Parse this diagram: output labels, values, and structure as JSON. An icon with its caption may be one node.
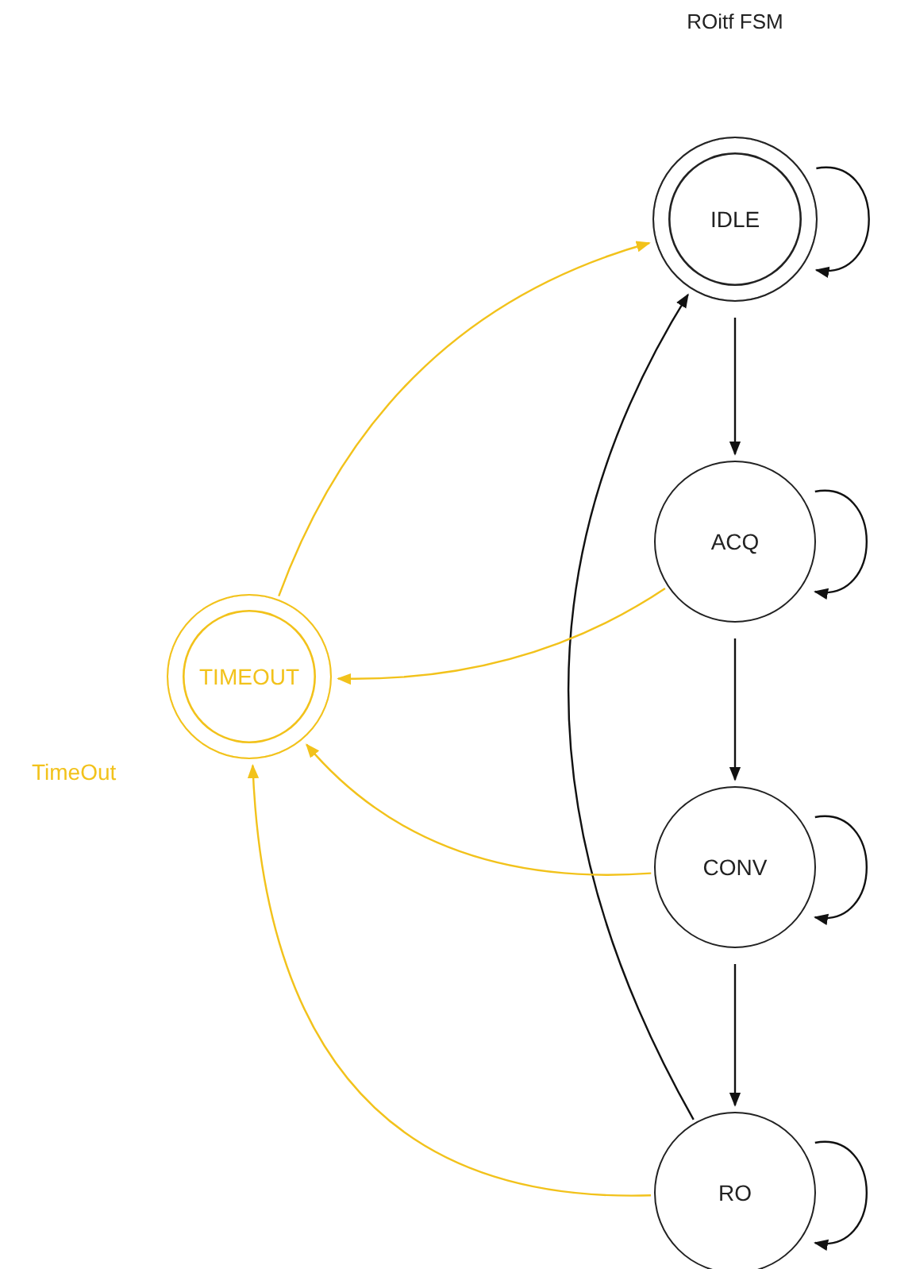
{
  "diagram": {
    "title": "ROitf FSM",
    "nodes": [
      {
        "text": [
          "IDLE"
        ]
      },
      {
        "text": [
          "ACQ"
        ]
      },
      {
        "text": [
          "CONV"
        ]
      },
      {
        "text": [
          "RO"
        ]
      },
      {
        "text": [
          "TIMEOUT"
        ]
      }
    ],
    "edges": [
      {
        "from": 0,
        "to": 0,
        "arrow": "to"
      },
      {
        "from": 0,
        "to": 1,
        "arrow": "to"
      },
      {
        "from": 1,
        "to": 1,
        "arrow": "to"
      },
      {
        "from": 1,
        "to": 2,
        "arrow": "to"
      },
      {
        "from": 2,
        "to": 2,
        "arrow": "to"
      },
      {
        "from": 2,
        "to": 3,
        "arrow": "to"
      },
      {
        "from": 3,
        "to": 3,
        "arrow": "to"
      },
      {
        "from": 3,
        "to": 0,
        "arrow": "to"
      },
      {
        "from": 4,
        "to": 0,
        "arrow": "to",
        "color": "#f2c21b"
      },
      {
        "from": 1,
        "to": 4,
        "arrow": "to",
        "color": "#f2c21b"
      },
      {
        "from": 2,
        "to": 4,
        "arrow": "to",
        "color": "#f2c21b"
      },
      {
        "from": 3,
        "to": 4,
        "arrow": "to",
        "color": "#f2c21b"
      }
    ],
    "labels": [
      "TimeOut"
    ]
  }
}
